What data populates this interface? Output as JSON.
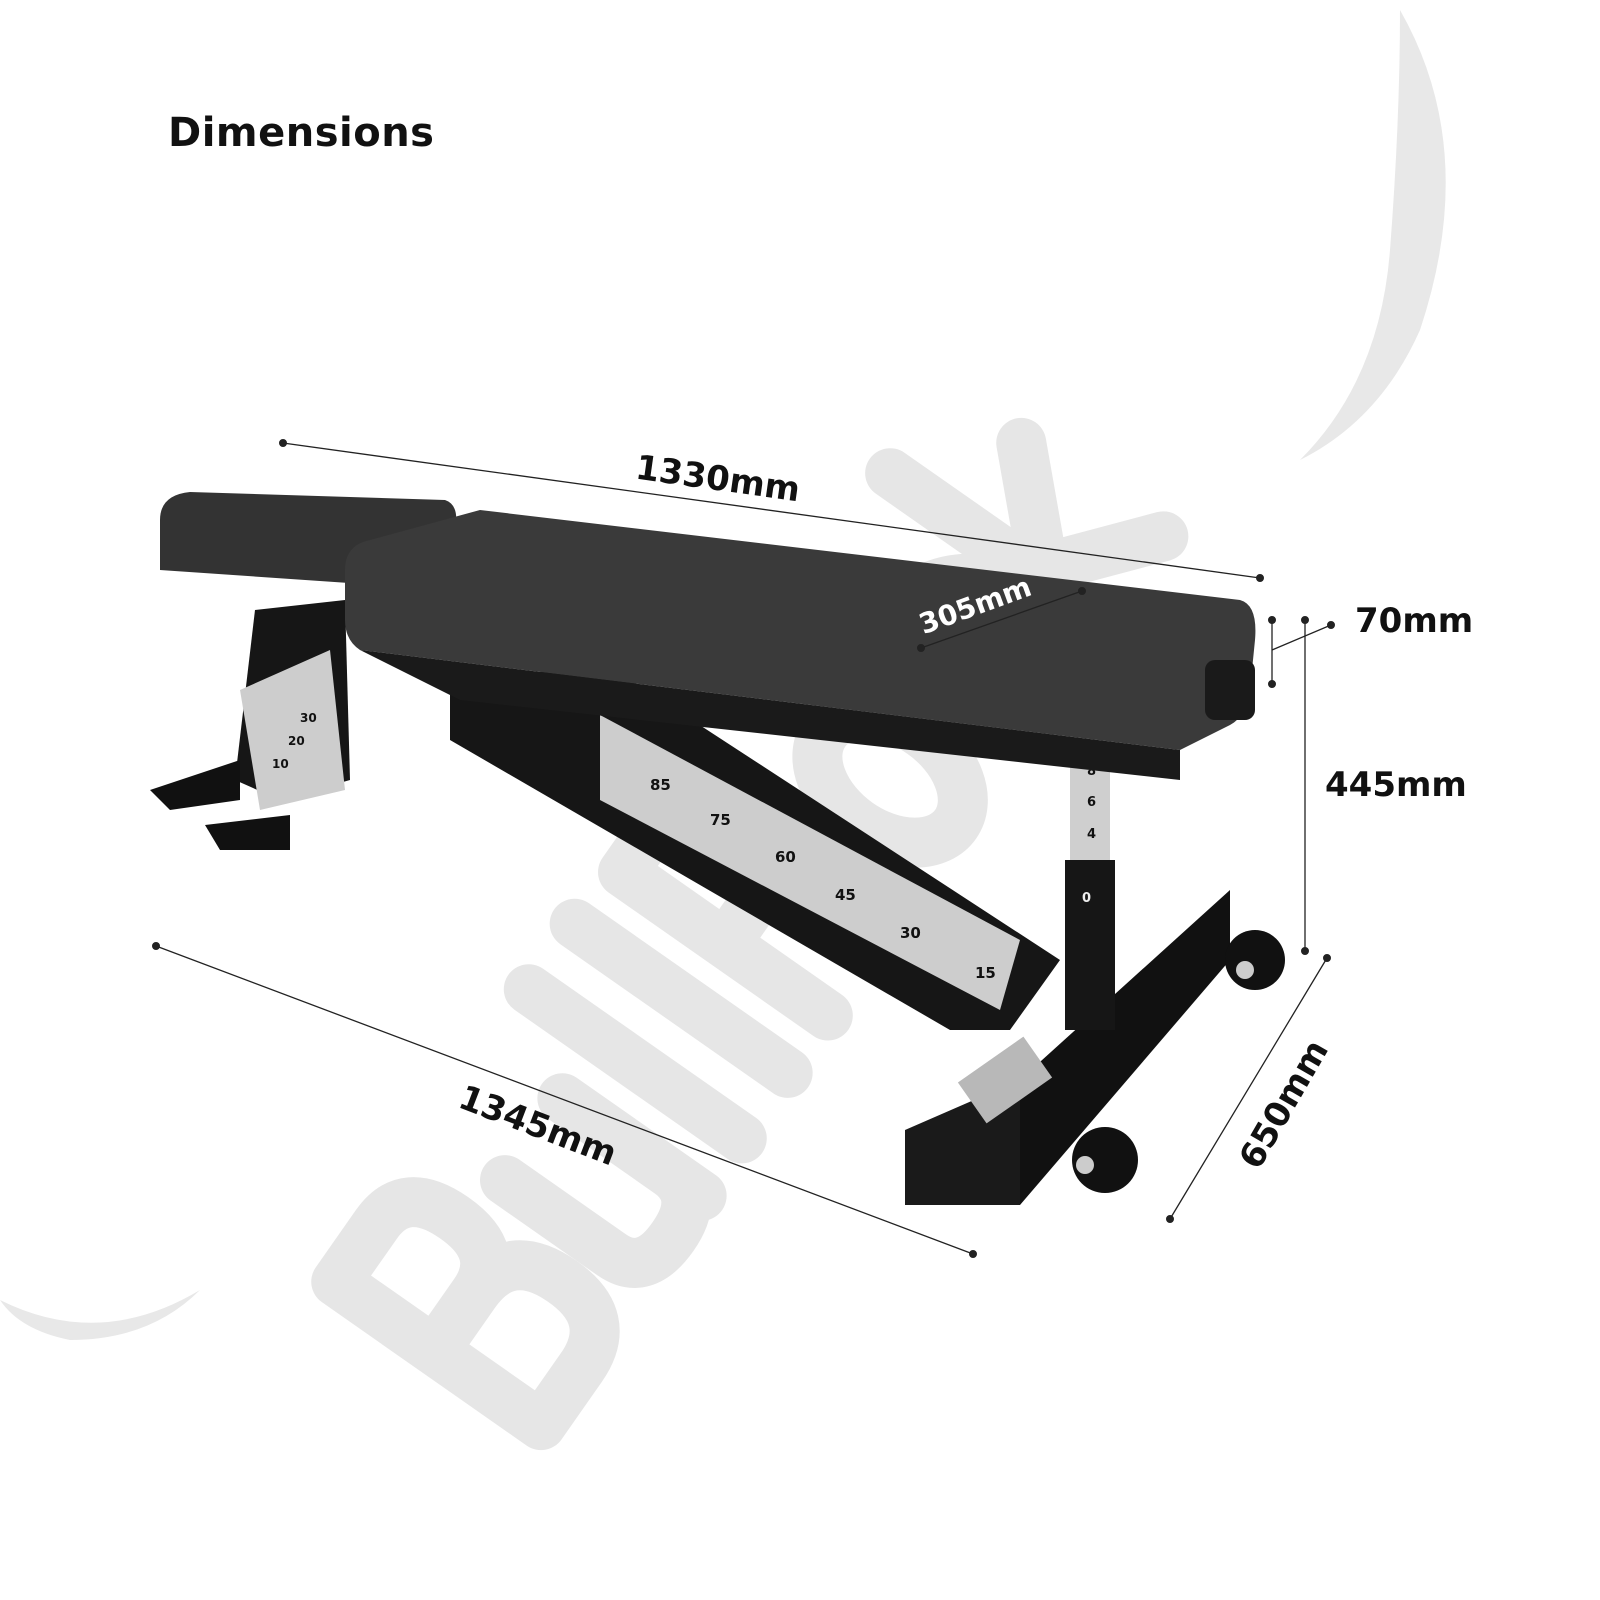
{
  "title": "Dimensions",
  "watermark": "BullRock",
  "dimensions": {
    "length_top": "1330mm",
    "pad_width": "305mm",
    "pad_thickness": "70mm",
    "height": "445mm",
    "base_width": "650mm",
    "length_base": "1345mm"
  },
  "bench_markings": {
    "incline_angles": [
      "85",
      "75",
      "60",
      "45",
      "30",
      "15"
    ],
    "seat_angles": [
      "30",
      "20",
      "10"
    ],
    "upright_numbers": [
      "8",
      "6",
      "4",
      "0"
    ]
  },
  "colors": {
    "watermark": "#e6e6e6",
    "bench": "#1c1c1c",
    "pad": "#3a3a3a",
    "steel": "#c9c9c9",
    "text": "#111111"
  }
}
